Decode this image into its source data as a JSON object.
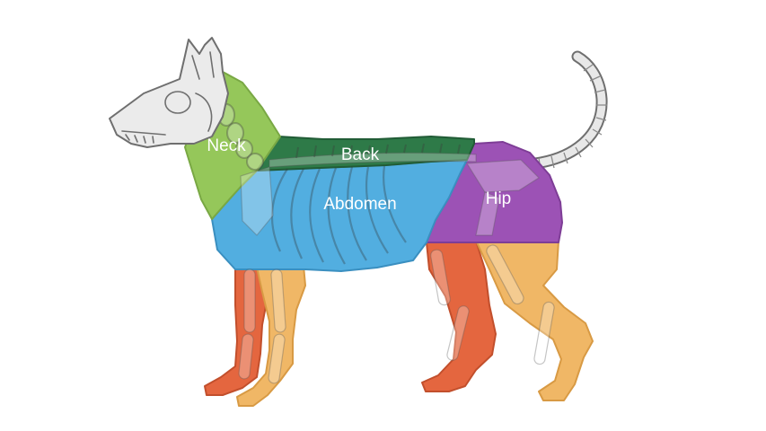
{
  "labels": {
    "neck": "Neck",
    "back": "Back",
    "abdomen": "Abdomen",
    "hip": "Hip"
  },
  "colors": {
    "neck": "#95c75a",
    "back": "#2e7a48",
    "abdomen": "#52aee0",
    "hip": "#9c52b5",
    "front_legs_rear": "#e4663f",
    "front_legs_front": "#f0b766",
    "hind_leg_rear": "#e4663f",
    "hind_leg_front": "#f0b766",
    "skull": "#ebebeb",
    "outline": "#6f6f6f"
  }
}
